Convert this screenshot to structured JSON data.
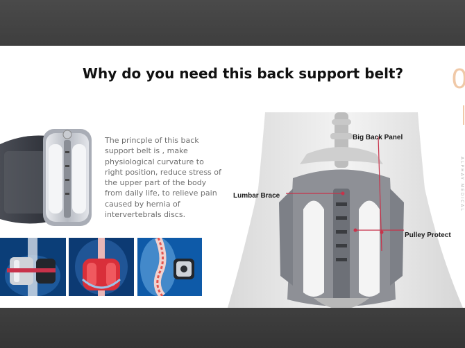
{
  "slide": {
    "title": "Why do you need this back support belt?",
    "page_number": "0",
    "brand_vertical": "ALPHAY MEDICAL",
    "description": "The princple of this back support belt is , make physiological curvature to right position, reduce stress of the upper part of the body from daily life, to relieve pain caused by hernia of intervertebrals discs.",
    "callouts": {
      "big_back_panel": "Big Back Panel",
      "lumbar_brace": "Lumbar Brace",
      "pulley_protect": "Pulley  Protect"
    },
    "colors": {
      "frame_dark": "#3a3a3a",
      "accent_peach": "#f0c9a8",
      "callout_red": "#c8324a",
      "body_text": "#6e6e6e"
    },
    "images": {
      "belt_product_photo": "belt-product-image",
      "thumbnails": [
        "spine-xray-belt-front",
        "spine-xray-belt-red",
        "spine-xray-side"
      ],
      "diagram": "torso-back-brace-diagram"
    }
  }
}
